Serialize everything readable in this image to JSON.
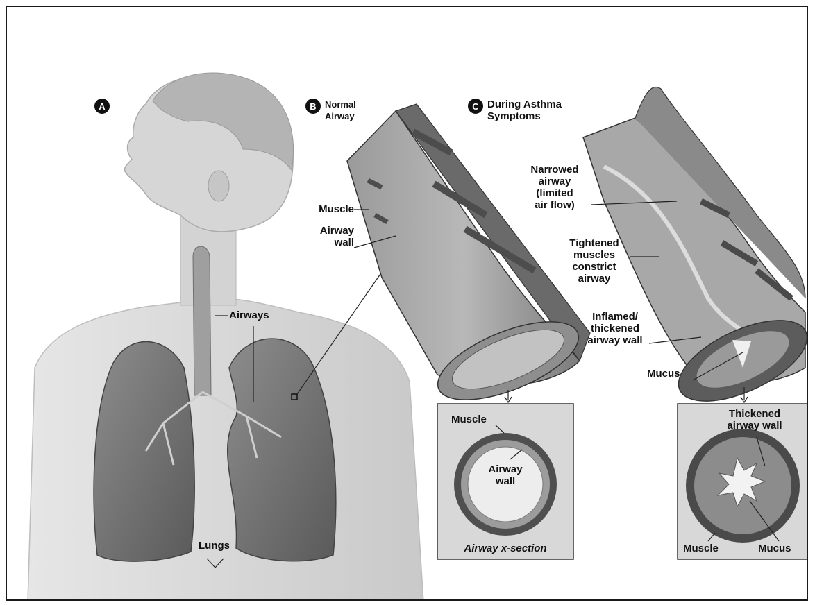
{
  "panels": {
    "a": {
      "badge": "A"
    },
    "b": {
      "badge": "B",
      "title_line1": "Normal",
      "title_line2": "Airway"
    },
    "c": {
      "badge": "C",
      "title_line1": "During Asthma",
      "title_line2": "Symptoms"
    }
  },
  "labels": {
    "airways": "Airways",
    "lungs": "Lungs",
    "b_muscle": "Muscle",
    "b_airway_wall_1": "Airway",
    "b_airway_wall_2": "wall",
    "c_narrowed_1": "Narrowed",
    "c_narrowed_2": "airway",
    "c_narrowed_3": "(limited",
    "c_narrowed_4": "air flow)",
    "c_tightened_1": "Tightened",
    "c_tightened_2": "muscles",
    "c_tightened_3": "constrict",
    "c_tightened_4": "airway",
    "c_inflamed_1": "Inflamed/",
    "c_inflamed_2": "thickened",
    "c_inflamed_3": "airway wall",
    "c_mucus": "Mucus"
  },
  "xsection_b": {
    "muscle": "Muscle",
    "airway_wall_1": "Airway",
    "airway_wall_2": "wall",
    "caption": "Airway x-section"
  },
  "xsection_c": {
    "thickened_1": "Thickened",
    "thickened_2": "airway wall",
    "muscle": "Muscle",
    "mucus": "Mucus"
  }
}
